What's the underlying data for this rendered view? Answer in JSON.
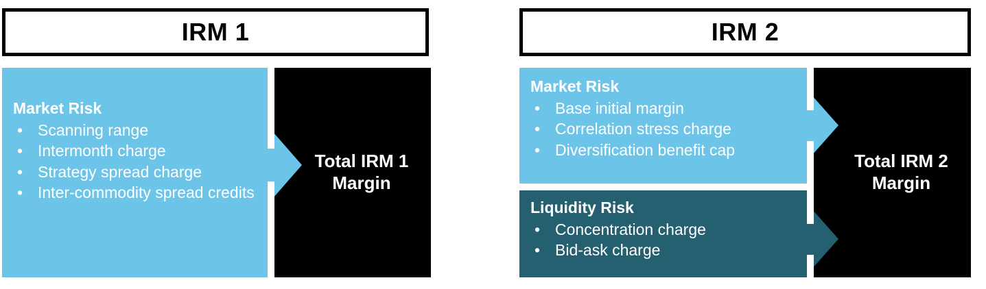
{
  "diagram": {
    "type": "flow",
    "panels": [
      {
        "id": "irm1",
        "title": "IRM 1",
        "groups": [
          {
            "id": "market-risk",
            "heading": "Market Risk",
            "color": "#6cc4e8",
            "items": [
              "Scanning range",
              "Intermonth charge",
              "Strategy spread charge",
              "Inter-commodity spread credits"
            ]
          }
        ],
        "result": {
          "label": "Total IRM 1\nMargin",
          "color": "#000000"
        }
      },
      {
        "id": "irm2",
        "title": "IRM 2",
        "groups": [
          {
            "id": "market-risk",
            "heading": "Market Risk",
            "color": "#6cc4e8",
            "items": [
              "Base initial margin",
              "Correlation stress charge",
              "Diversification benefit cap"
            ]
          },
          {
            "id": "liquidity-risk",
            "heading": "Liquidity Risk",
            "color": "#24606f",
            "items": [
              "Concentration charge",
              "Bid-ask charge"
            ]
          }
        ],
        "result": {
          "label": "Total IRM 2\nMargin",
          "color": "#000000"
        }
      }
    ],
    "bullet_glyph": "•",
    "colors": {
      "light_blue": "#6cc4e8",
      "dark_teal": "#24606f",
      "black": "#000000",
      "white": "#ffffff"
    }
  }
}
